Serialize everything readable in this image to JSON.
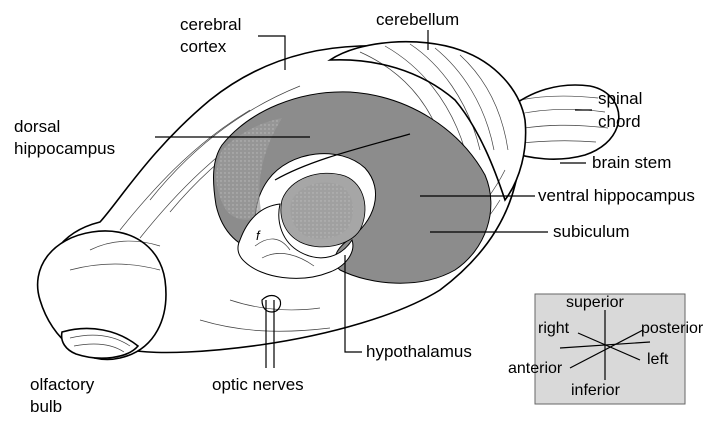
{
  "labels": {
    "cerebral_cortex": [
      "cerebral",
      "cortex"
    ],
    "cerebellum": "cerebellum",
    "dorsal_hippocampus": [
      "dorsal",
      "hippocampus"
    ],
    "spinal_chord": [
      "spinal",
      "chord"
    ],
    "brain_stem": "brain stem",
    "ventral_hippocampus": "ventral hippocampus",
    "subiculum": "subiculum",
    "hypothalamus": "hypothalamus",
    "olfactory_bulb": [
      "olfactory",
      "bulb"
    ],
    "optic_nerves": "optic nerves",
    "f_mark": "f"
  },
  "orientation_key": {
    "superior": "superior",
    "inferior": "inferior",
    "right": "right",
    "left": "left",
    "anterior": "anterior",
    "posterior": "posterior"
  },
  "colors": {
    "hippocampus": "#8c8c8c",
    "hippocampus_dotted": "#b4b4b4",
    "inner_region": "#a6a6a6",
    "key_box": "#d9d9d9",
    "outline": "#000000",
    "background": "#ffffff"
  }
}
